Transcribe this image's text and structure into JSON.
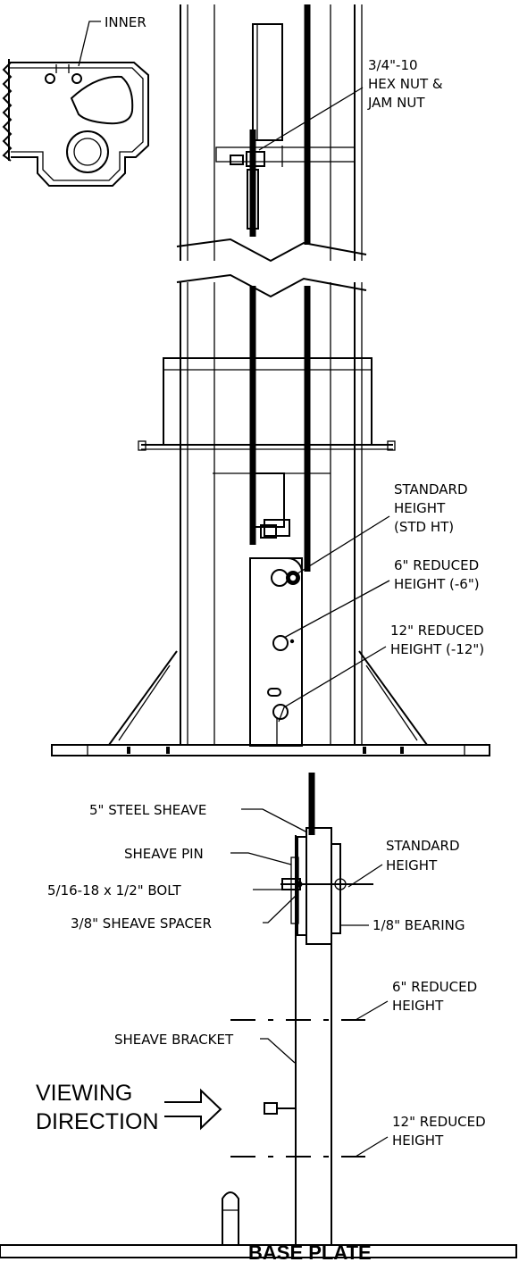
{
  "detail_labels": {
    "inner": "INNER",
    "hex_nut": [
      "3/4\"-10",
      "HEX NUT &",
      "JAM NUT"
    ],
    "standard_height_top": [
      "STANDARD",
      "HEIGHT",
      "(STD HT)"
    ],
    "six_reduced_top": [
      "6\" REDUCED",
      "HEIGHT (-6\")"
    ],
    "twelve_reduced_top": [
      "12\" REDUCED",
      "HEIGHT (-12\")"
    ]
  },
  "side_labels": {
    "steel_sheave": "5\" STEEL SHEAVE",
    "sheave_pin": "SHEAVE PIN",
    "bolt": "5/16-18 x 1/2\" BOLT",
    "spacer": "3/8\" SHEAVE SPACER",
    "standard_height": [
      "STANDARD",
      "HEIGHT"
    ],
    "bearing": "1/8\" BEARING",
    "six_reduced": [
      "6\" REDUCED",
      "HEIGHT"
    ],
    "bracket": "SHEAVE BRACKET",
    "viewing": [
      "VIEWING",
      "DIRECTION"
    ],
    "twelve_reduced": [
      "12\" REDUCED",
      "HEIGHT"
    ],
    "base_plate": "BASE PLATE"
  }
}
